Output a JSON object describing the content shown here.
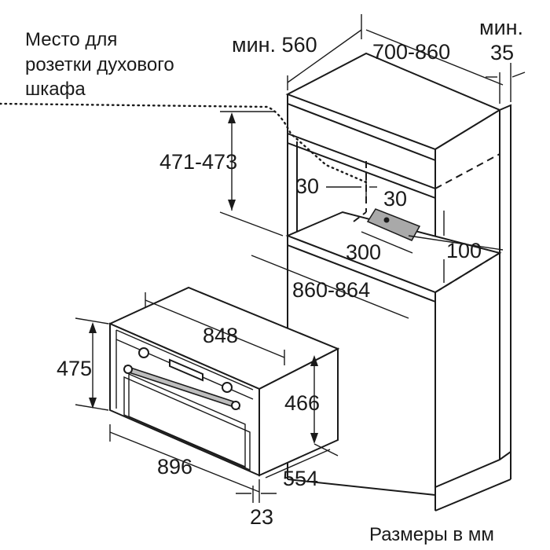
{
  "socket_note": {
    "line1": "Место для",
    "line2": "розетки духового",
    "line3": "шкафа"
  },
  "dimensions": {
    "min_depth": "мин. 560",
    "cabinet_depth": "700-860",
    "min_gap_label": "мин.",
    "min_gap_value": "35",
    "socket_height": "471-473",
    "socket_left": "30",
    "socket_right": "30",
    "socket_width": "300",
    "socket_offset": "100",
    "niche_width": "860-864",
    "oven_width": "848",
    "oven_height": "475",
    "oven_body_height": "466",
    "oven_front_width": "896",
    "oven_depth": "554",
    "panel_thickness": "23"
  },
  "units_note": "Размеры в мм",
  "colors": {
    "line": "#1a1a1a",
    "socket_fill": "#a9a9a9",
    "background": "#ffffff"
  }
}
